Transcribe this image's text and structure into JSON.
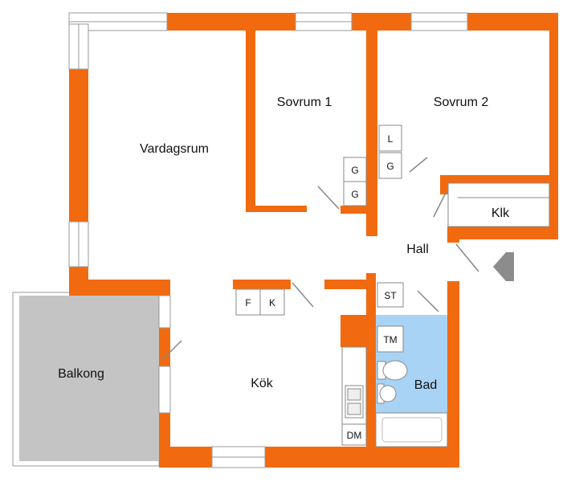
{
  "colors": {
    "wall": "#F26A0F",
    "balcony": "#C4C4C4",
    "bathroom": "#A9D3F5",
    "window": "#FFFFFF",
    "arrow": "#8C8C8C",
    "background": "#FFFFFF"
  },
  "rooms": {
    "vardagsrum": "Vardagsrum",
    "sovrum1": "Sovrum 1",
    "sovrum2": "Sovrum 2",
    "klk": "Klk",
    "hall": "Hall",
    "kok": "Kök",
    "bad": "Bad",
    "balkong": "Balkong"
  },
  "fixtures": {
    "g1": "G",
    "g2": "G",
    "g3": "G",
    "l": "L",
    "f": "F",
    "k": "K",
    "st": "ST",
    "tm": "TM",
    "dm": "DM"
  },
  "icons": {
    "entrance": "entrance-arrow-icon"
  }
}
